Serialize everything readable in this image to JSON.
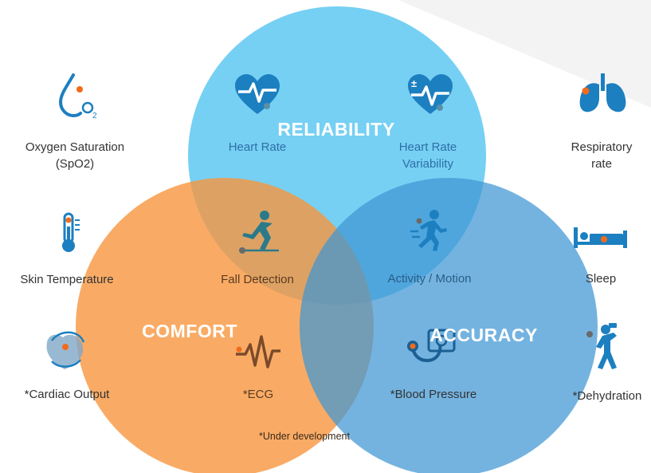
{
  "circles": {
    "reliability": {
      "title": "RELIABILITY",
      "color": "#4fc3f0"
    },
    "comfort": {
      "title": "COMFORT",
      "color": "#f7963f"
    },
    "accuracy": {
      "title": "ACCURACY",
      "color": "#3f95d4"
    }
  },
  "metrics": {
    "oxygen": {
      "label": "Oxygen Saturation\n(SpO2)",
      "icon": "oxygen-drop-icon"
    },
    "respiratory": {
      "label": "Respiratory rate",
      "icon": "lungs-icon"
    },
    "heart_rate": {
      "label": "Heart Rate",
      "icon": "heart-pulse-icon"
    },
    "hrv": {
      "label": "Heart Rate\nVariability",
      "icon": "heart-plus-minus-icon"
    },
    "skin_temp": {
      "label": "Skin Temperature",
      "icon": "thermometer-icon"
    },
    "fall": {
      "label": "Fall Detection",
      "icon": "fall-icon"
    },
    "activity": {
      "label": "Activity / Motion",
      "icon": "running-icon"
    },
    "sleep": {
      "label": "Sleep",
      "icon": "bed-icon"
    },
    "cardiac": {
      "label": "*Cardiac Output",
      "icon": "heart-cycle-icon"
    },
    "ecg": {
      "label": "*ECG",
      "icon": "ecg-wave-icon"
    },
    "bp": {
      "label": "*Blood Pressure",
      "icon": "blood-pressure-icon"
    },
    "dehydration": {
      "label": "*Dehydration",
      "icon": "drinking-person-icon"
    }
  },
  "note": "*Under development",
  "colors": {
    "icon_blue": "#1c7fc0",
    "icon_dark_blue": "#1b5f93",
    "icon_brown": "#7a4a2a",
    "dot_orange": "#f26b1d"
  }
}
